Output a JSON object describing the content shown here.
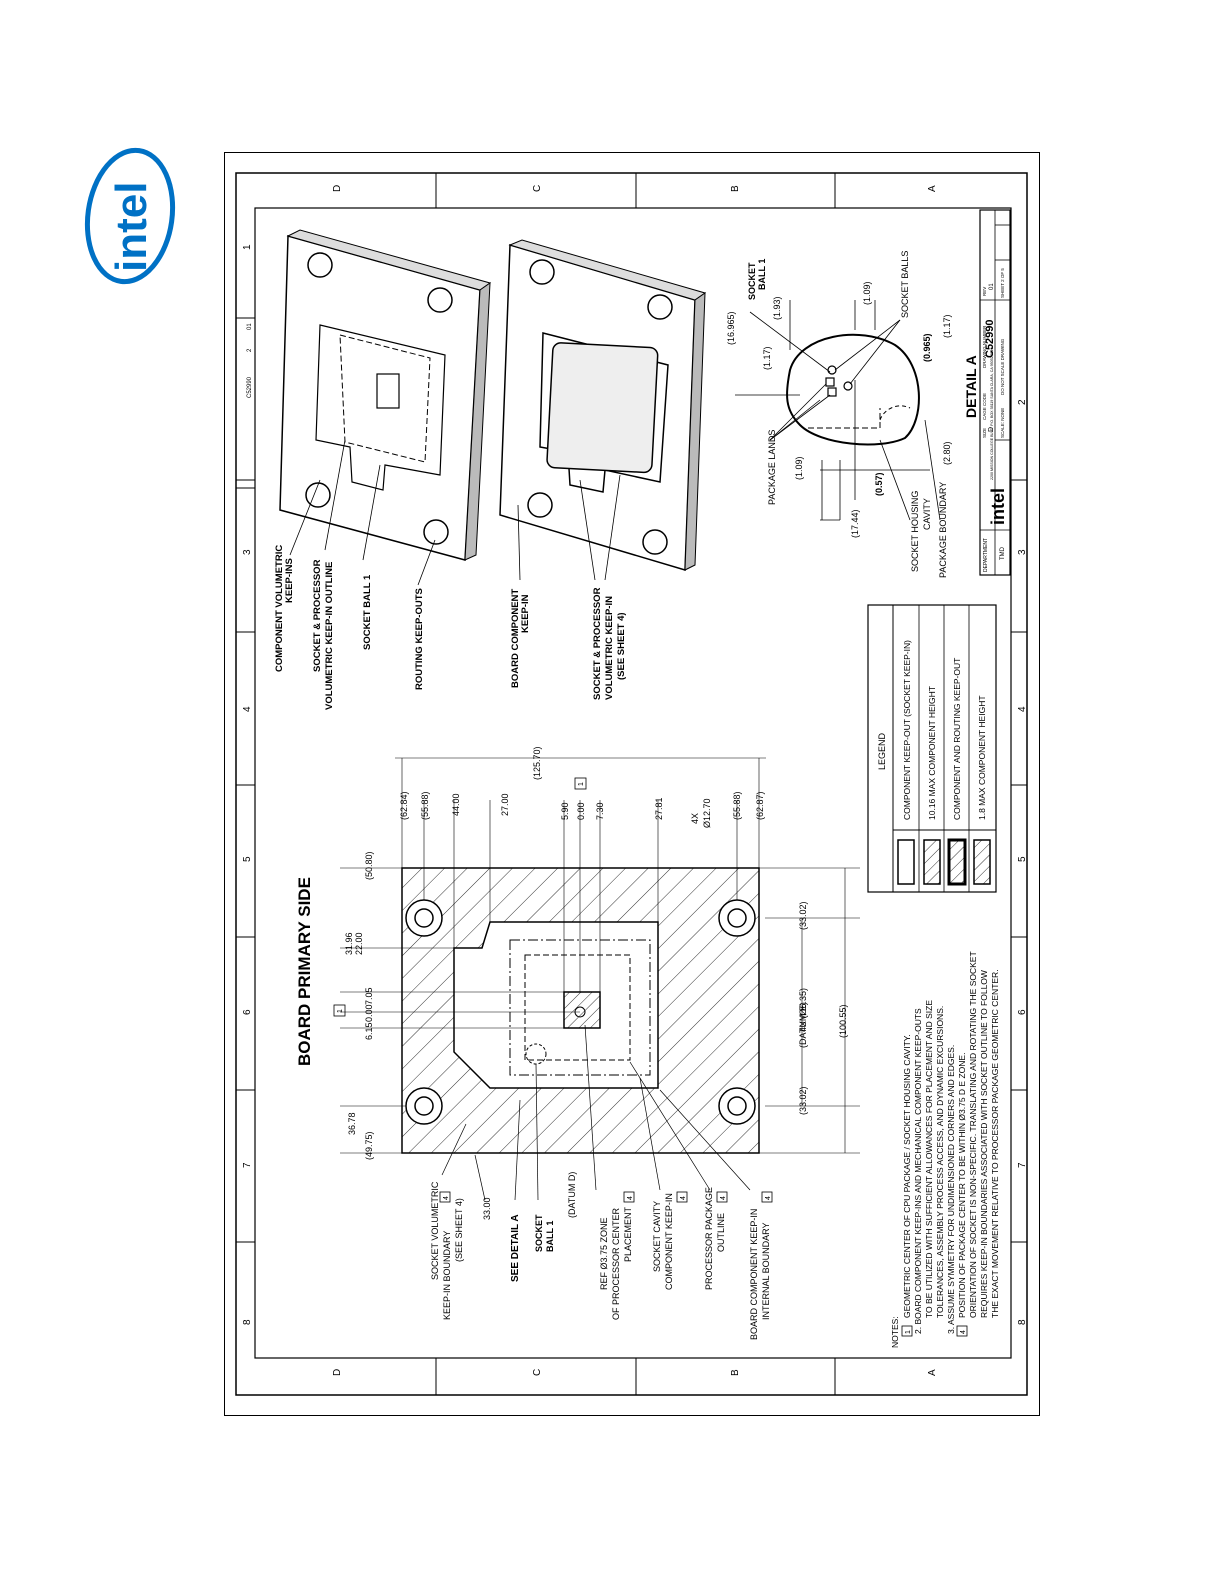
{
  "logo": {
    "text": "intel"
  },
  "drawing": {
    "main_title": "BOARD PRIMARY SIDE",
    "detail_title": "DETAIL A",
    "zone_letters": [
      "D",
      "C",
      "B",
      "A"
    ],
    "zone_numbers": [
      "1",
      "2",
      "3",
      "4",
      "5",
      "6",
      "7",
      "8"
    ],
    "top_dims": [
      "(62.84)",
      "(55.88)",
      "44.00",
      "27.00",
      "5.90",
      "0.00",
      "7.30",
      "27.81",
      "4X",
      "Ø12.70",
      "(55.88)",
      "(62.87)"
    ],
    "overall_width": "(125.70)",
    "datum_box_1": "1",
    "left_dims": [
      "(50.80)",
      "31.96",
      "22.00",
      "7.05",
      "0.00",
      "6.15",
      "36.78",
      "(49.75)"
    ],
    "datum_box_2": "1",
    "hole_dims": [
      "(33.02)",
      "(33.02)"
    ],
    "hole_dia": "4X (Ø6.35)",
    "datum_e": "(DATUM E)",
    "overall_height": "(100.55)",
    "left_labels": [
      "SOCKET VOLUMETRIC",
      "KEEP-IN BOUNDARY",
      "(SEE SHEET 4)",
      "33.00",
      "SEE DETAIL A",
      "SOCKET",
      "BALL 1",
      "(DATUM D)",
      "REF Ø3.75 ZONE",
      "OF PROCESSOR CENTER",
      "PLACEMENT",
      "SOCKET CAVITY",
      "COMPONENT KEEP-IN",
      "PROCESSOR PACKAGE",
      "OUTLINE",
      "BOARD COMPONENT KEEP-IN",
      "INTERNAL BOUNDARY"
    ],
    "note_flag": "4",
    "iso_labels_upper": [
      "COMPONENT VOLUMETRIC",
      "KEEP-INS",
      "SOCKET & PROCESSOR",
      "VOLUMETRIC KEEP-IN OUTLINE",
      "SOCKET BALL 1",
      "ROUTING KEEP-OUTS"
    ],
    "iso_labels_lower": [
      "BOARD COMPONENT",
      "KEEP-IN",
      "SOCKET & PROCESSOR",
      "VOLUMETRIC KEEP-IN",
      "(SEE SHEET 4)"
    ],
    "detail_dims": [
      "(16.965)",
      "(1.17)",
      "(1.93)",
      "(1.09)",
      "(1.09)",
      "(17.44)",
      "(0.57)",
      "(2.80)",
      "(0.965)",
      "(1.17)"
    ],
    "detail_labels": [
      "SOCKET",
      "BALL 1",
      "SOCKET BALLS",
      "PACKAGE LANDS",
      "SOCKET HOUSING",
      "CAVITY",
      "PACKAGE BOUNDARY"
    ],
    "legend": {
      "title": "LEGEND",
      "items": [
        "COMPONENT KEEP-OUT (SOCKET KEEP-IN)",
        "10.16 MAX COMPONENT HEIGHT",
        "COMPONENT AND ROUTING KEEP-OUT",
        "1.8 MAX COMPONENT HEIGHT"
      ]
    },
    "notes": {
      "heading": "NOTES:",
      "lines": [
        "GEOMETRIC CENTER OF CPU PACKAGE / SOCKET HOUSING CAVITY.",
        "2. BOARD COMPONENT KEEP-INS AND MECHANICAL COMPONENT KEEP-OUTS",
        "TO BE UTILIZED WITH SUFFICIENT ALLOWANCES FOR PLACEMENT AND SIZE",
        "TOLERANCES, ASSEMBLY PROCESS ACCESS, AND DYNAMIC EXCURSIONS.",
        "3. ASSUME SYMMETRY FOR UNDIMENSIONED CORNERS AND EDGES.",
        "POSITION OF PACKAGE CENTER TO BE WITHIN  Ø3.75 D E  ZONE.",
        "ORIENTATION OF SOCKET IS NON-SPECIFIC.  TRANSLATING AND ROTATING THE SOCKET",
        "REQUIRES KEEP-IN BOUNDARIES ASSOCIATED WITH SOCKET OUTLINE TO FOLLOW",
        "THE EXACT MOVEMENT RELATIVE TO PROCESSOR PACKAGE GEOMETRIC CENTER."
      ],
      "flag1": "1",
      "flag4": "4"
    },
    "title_block": {
      "department": "DEPARTMENT",
      "dept_code": "TMD",
      "address": "2200 MISSION COLLEGE BLVD. P.O. BOX 58119 SANTA CLARA, CA 95052-8119",
      "size_label": "SIZE",
      "size": "D",
      "cage_label": "CAGE CODE",
      "drawing_label": "DRAWING NUMBER",
      "drawing_number": "C52990",
      "rev_label": "REV",
      "rev": "01",
      "scale": "SCALE: NONE",
      "do_not_scale": "DO NOT SCALE DRAWING",
      "sheet": "SHEET 2 OF 5",
      "small_no": "C52990",
      "small_sht": "2",
      "small_rev": "01"
    }
  }
}
